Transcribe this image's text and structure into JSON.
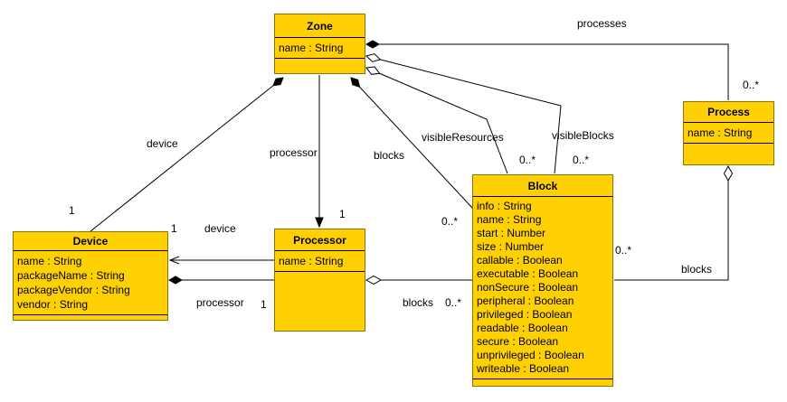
{
  "diagram": {
    "classes": {
      "zone": {
        "title": "Zone",
        "attributes": [
          "name : String"
        ]
      },
      "process": {
        "title": "Process",
        "attributes": [
          "name : String"
        ]
      },
      "block": {
        "title": "Block",
        "attributes": [
          "info : String",
          "name : String",
          "start : Number",
          "size : Number",
          "callable : Boolean",
          "executable : Boolean",
          "nonSecure : Boolean",
          "peripheral : Boolean",
          "privileged : Boolean",
          "readable : Boolean",
          "secure : Boolean",
          "unprivileged : Boolean",
          "writeable : Boolean"
        ]
      },
      "device": {
        "title": "Device",
        "attributes": [
          "name : String",
          "packageName : String",
          "packageVendor : String",
          "vendor : String"
        ]
      },
      "processor": {
        "title": "Processor",
        "attributes": [
          "name : String"
        ]
      }
    },
    "associations": [
      {
        "name": "zone-device",
        "role": "device",
        "multiplicity": "1"
      },
      {
        "name": "zone-processor",
        "role": "processor",
        "multiplicity": "1"
      },
      {
        "name": "zone-block-blocks",
        "role": "blocks",
        "multiplicity": "0..*"
      },
      {
        "name": "zone-process-processes",
        "role": "processes",
        "multiplicity": "0..*"
      },
      {
        "name": "zone-block-visibleResources",
        "role": "visibleResources",
        "multiplicity": "0..*"
      },
      {
        "name": "zone-block-visibleBlocks",
        "role": "visibleBlocks",
        "multiplicity": "0..*"
      },
      {
        "name": "processor-device",
        "role": "device",
        "multiplicity": "1"
      },
      {
        "name": "device-processor",
        "role": "processor",
        "multiplicity": "1"
      },
      {
        "name": "processor-block-blocks",
        "role": "blocks",
        "multiplicity": "0..*"
      },
      {
        "name": "process-block-blocks",
        "role": "blocks",
        "multiplicity": "0..*"
      }
    ]
  },
  "colors": {
    "class_fill": "#FFD104",
    "class_border": "#8A7500",
    "line": "#000000"
  }
}
